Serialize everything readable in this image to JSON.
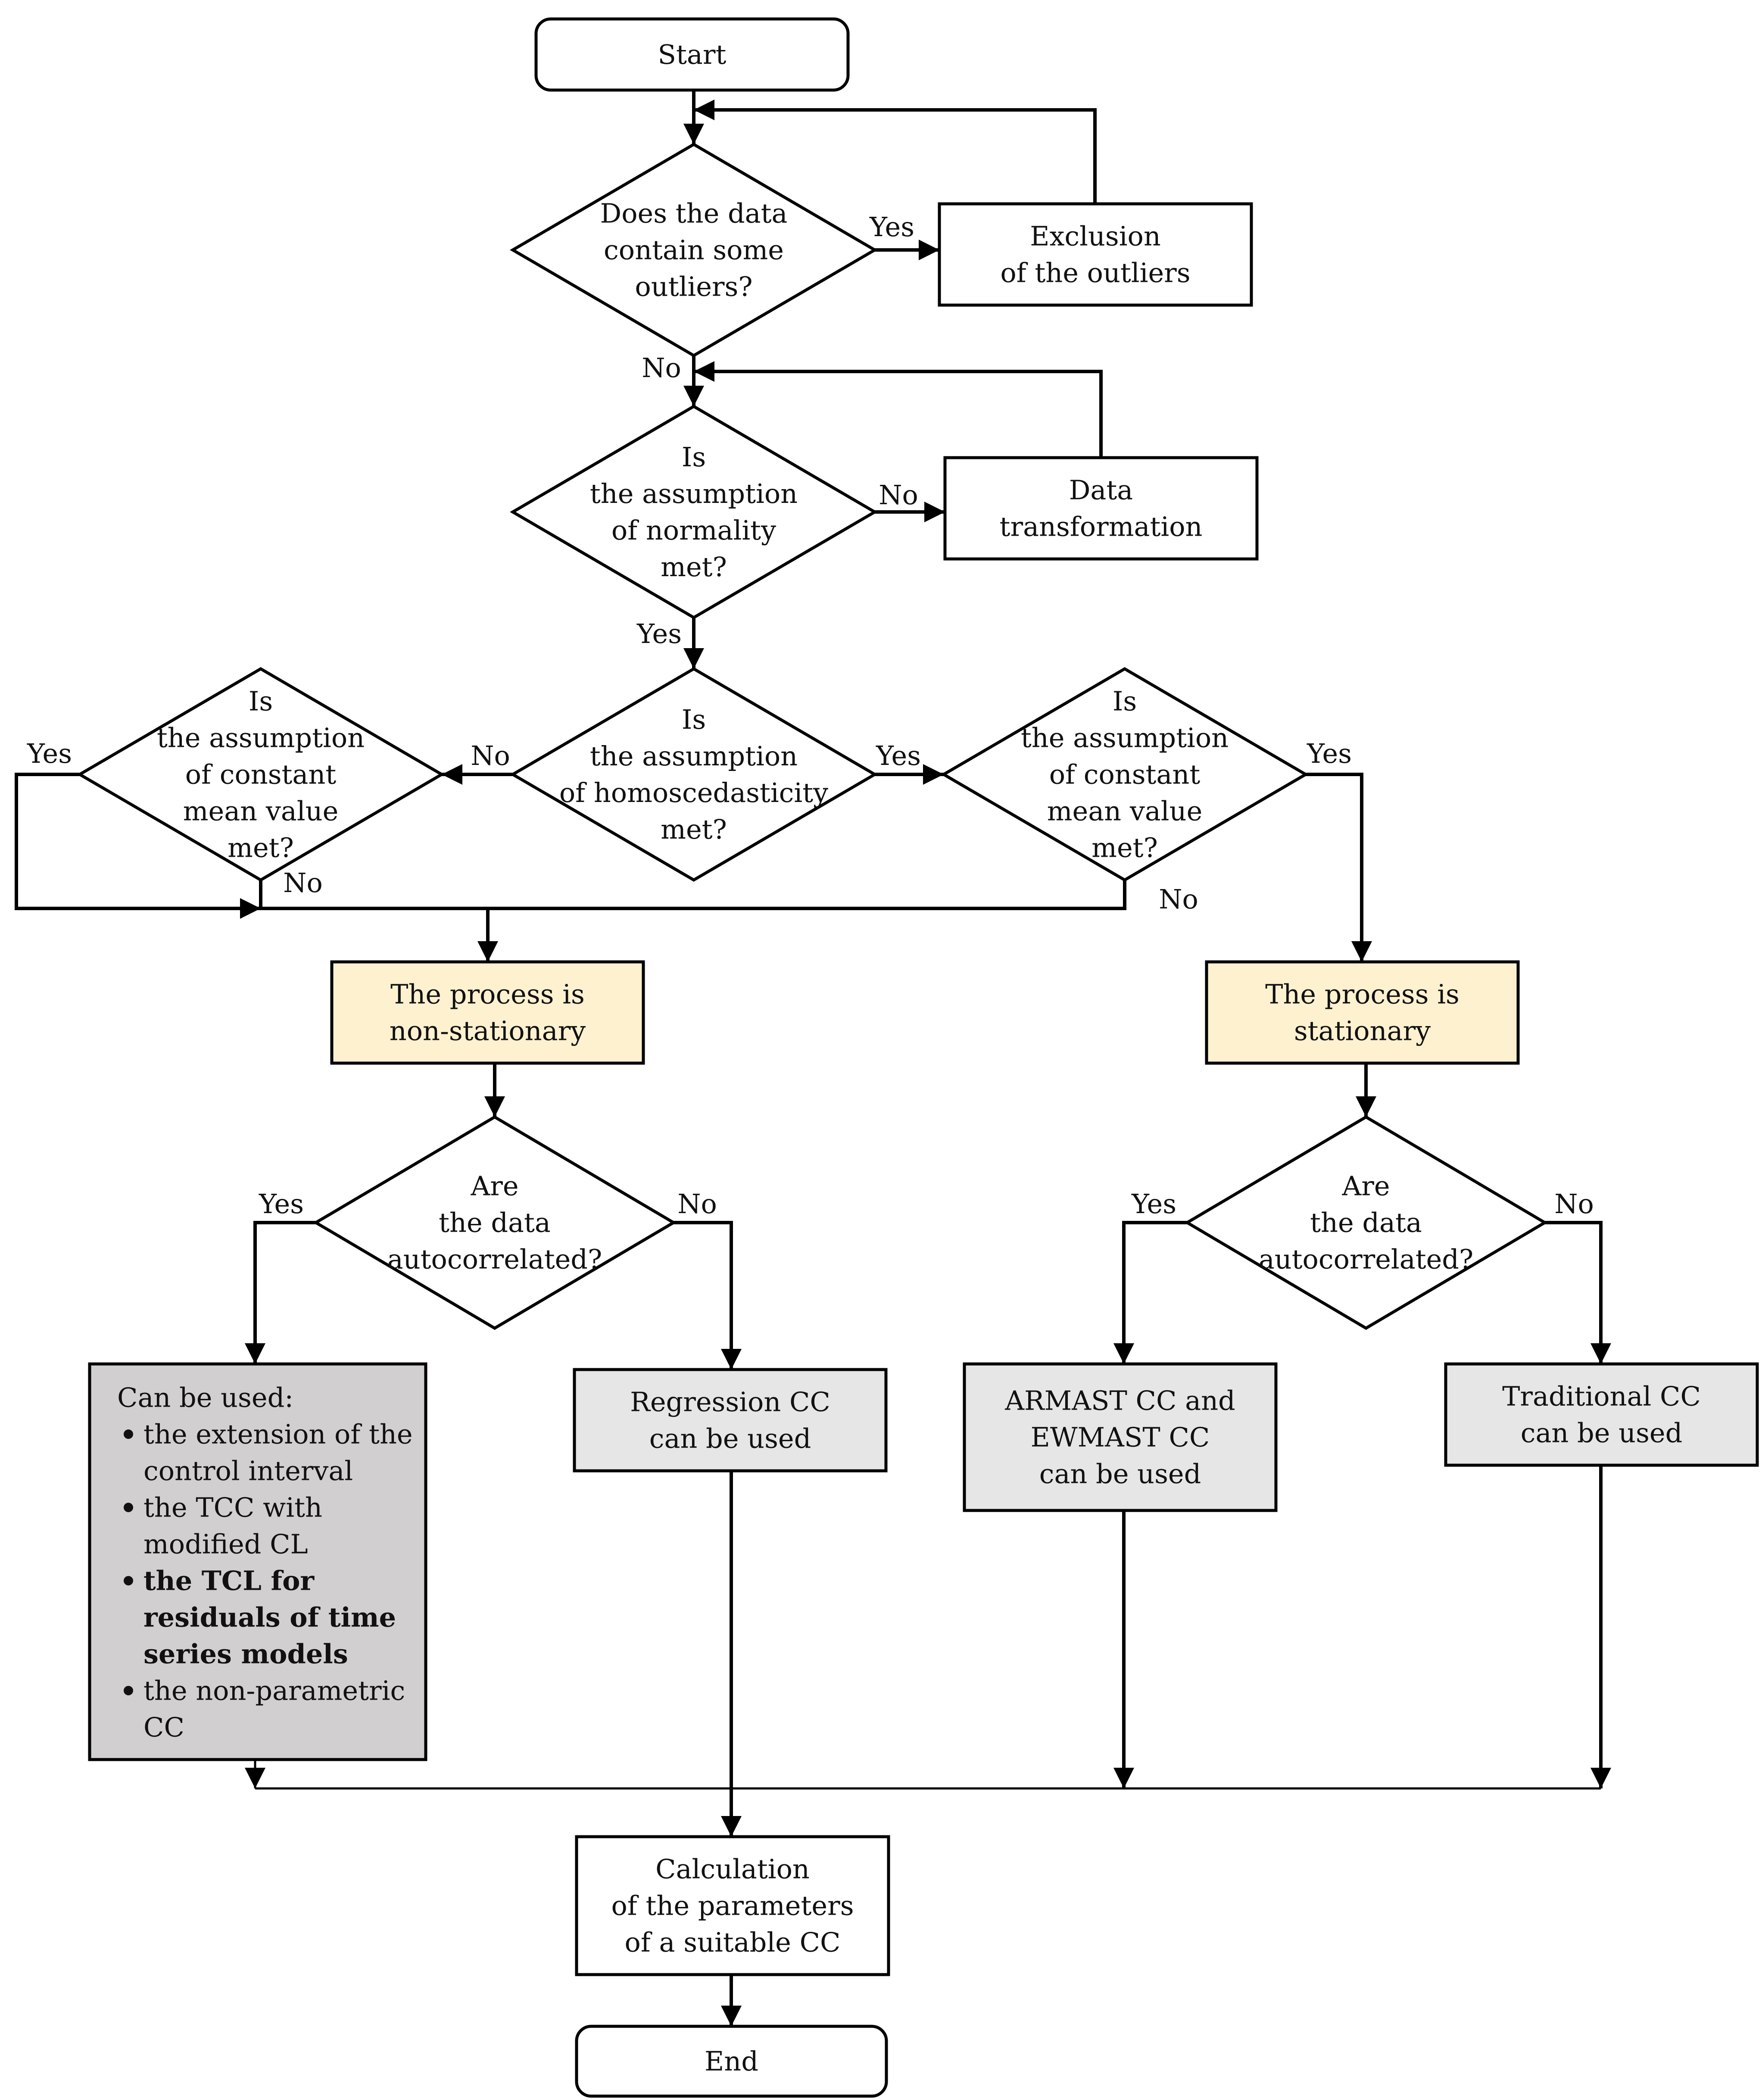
{
  "colors": {
    "stroke": "#000000",
    "process_fill": "#ffffff",
    "highlight_fill": "#fdf1cf",
    "option_fill": "#e6e6e6",
    "dark_option_fill": "#d1cfd0"
  },
  "nodes": {
    "start": {
      "lines": [
        "Start"
      ]
    },
    "outliers_question": {
      "lines": [
        "Does the data",
        "contain some",
        "outliers?"
      ]
    },
    "exclusion": {
      "lines": [
        "Exclusion",
        "of the outliers"
      ]
    },
    "normality_question": {
      "lines": [
        "Is",
        "the assumption",
        "of normality",
        "met?"
      ]
    },
    "data_transformation": {
      "lines": [
        "Data",
        "transformation"
      ]
    },
    "homoscedasticity_question": {
      "lines": [
        "Is",
        "the assumption",
        "of homoscedasticity",
        "met?"
      ]
    },
    "mean_left_question": {
      "lines": [
        "Is",
        "the assumption",
        "of constant",
        "mean value",
        "met?"
      ]
    },
    "mean_right_question": {
      "lines": [
        "Is",
        "the assumption",
        "of constant",
        "mean value",
        "met?"
      ]
    },
    "non_stationary": {
      "lines": [
        "The process is",
        "non-stationary"
      ]
    },
    "stationary": {
      "lines": [
        "The process is",
        "stationary"
      ]
    },
    "autocorr_left_question": {
      "lines": [
        "Are",
        "the data",
        "autocorrelated?"
      ]
    },
    "autocorr_right_question": {
      "lines": [
        "Are",
        "the data",
        "autocorrelated?"
      ]
    },
    "can_be_used": {
      "title": "Can be used:",
      "items": [
        {
          "lines": [
            "the extension of the",
            "control interval"
          ],
          "bold": false
        },
        {
          "lines": [
            "the TCC with",
            "modified CL"
          ],
          "bold": false
        },
        {
          "lines": [
            "the TCL for",
            "residuals of time",
            "series models"
          ],
          "bold": true
        },
        {
          "lines": [
            "the non-parametric",
            "CC"
          ],
          "bold": false
        }
      ]
    },
    "regression_cc": {
      "lines": [
        "Regression CC",
        "can be used"
      ]
    },
    "armast_cc": {
      "lines": [
        "ARMAST CC and",
        "EWMAST CC",
        "can be used"
      ]
    },
    "traditional_cc": {
      "lines": [
        "Traditional CC",
        "can be used"
      ]
    },
    "calculation": {
      "lines": [
        "Calculation",
        "of the parameters",
        "of a suitable CC"
      ]
    },
    "end": {
      "lines": [
        "End"
      ]
    }
  },
  "edge_labels": {
    "outliers_yes": "Yes",
    "outliers_no": "No",
    "normality_no": "No",
    "normality_yes": "Yes",
    "homo_no": "No",
    "homo_yes": "Yes",
    "mean_left_yes": "Yes",
    "mean_left_no": "No",
    "mean_right_yes": "Yes",
    "mean_right_no": "No",
    "autocorr_left_yes": "Yes",
    "autocorr_left_no": "No",
    "autocorr_right_yes": "Yes",
    "autocorr_right_no": "No"
  }
}
